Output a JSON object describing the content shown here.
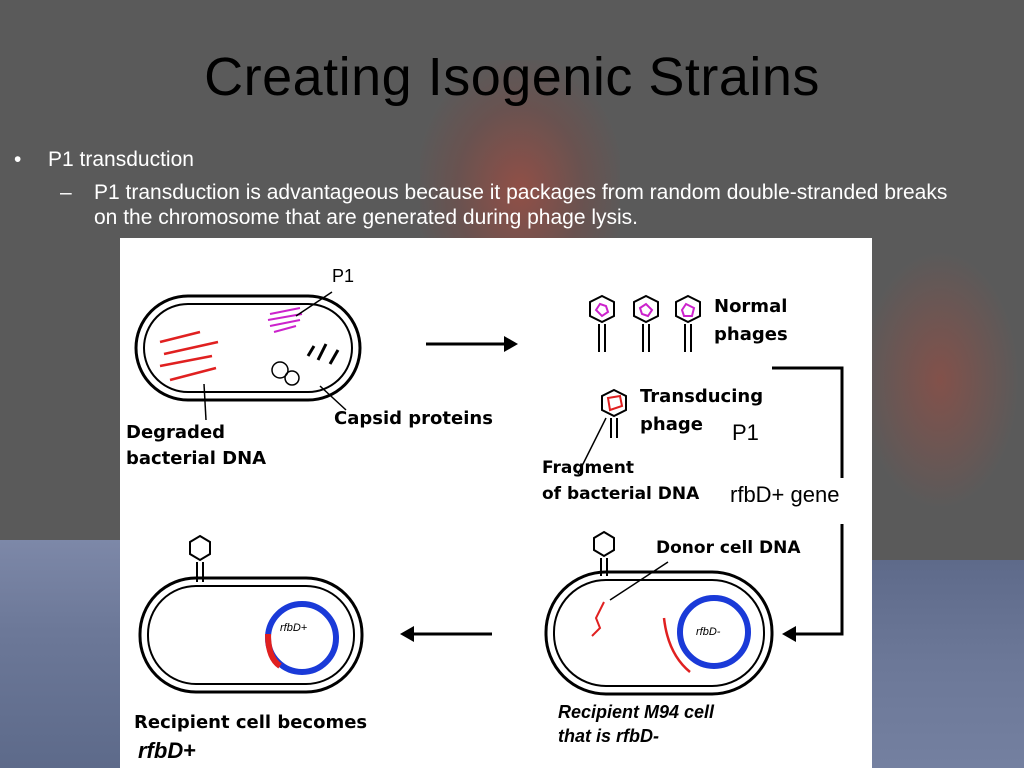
{
  "slide": {
    "title": "Creating Isogenic Strains",
    "bullet_symbol": "•",
    "bullet": "P1 transduction",
    "sub_bullet_symbol": "–",
    "sub_bullet": "P1 transduction is advantageous because it packages from random double-stranded breaks on the chromosome that are generated during phage lysis."
  },
  "diagram": {
    "p1_label": "P1",
    "degraded_dna_line1": "Degraded",
    "degraded_dna_line2": "bacterial DNA",
    "capsid_proteins": "Capsid proteins",
    "normal_phages_line1": "Normal",
    "normal_phages_line2": "phages",
    "transducing_phage_line1": "Transducing",
    "transducing_phage_line2": "phage",
    "p1_label2": "P1",
    "fragment_line1": "Fragment",
    "fragment_line2": "of bacterial DNA",
    "gene_label": "rfbD+ gene",
    "donor_cell_dna": "Donor cell DNA",
    "plasmid_minus": "rfbD-",
    "plasmid_plus": "rfbD+",
    "recipient_m94_line1": "Recipient M94 cell",
    "recipient_m94_line2": "that is rfbD-",
    "recipient_becomes_line1": "Recipient cell becomes",
    "recipient_becomes_gene": "rfbD",
    "recipient_becomes_suffix": "+"
  },
  "colors": {
    "dna_red": "#e02020",
    "phage_magenta": "#cc22cc",
    "plasmid_blue": "#1a3ad8",
    "background": "#5a5a5a"
  }
}
